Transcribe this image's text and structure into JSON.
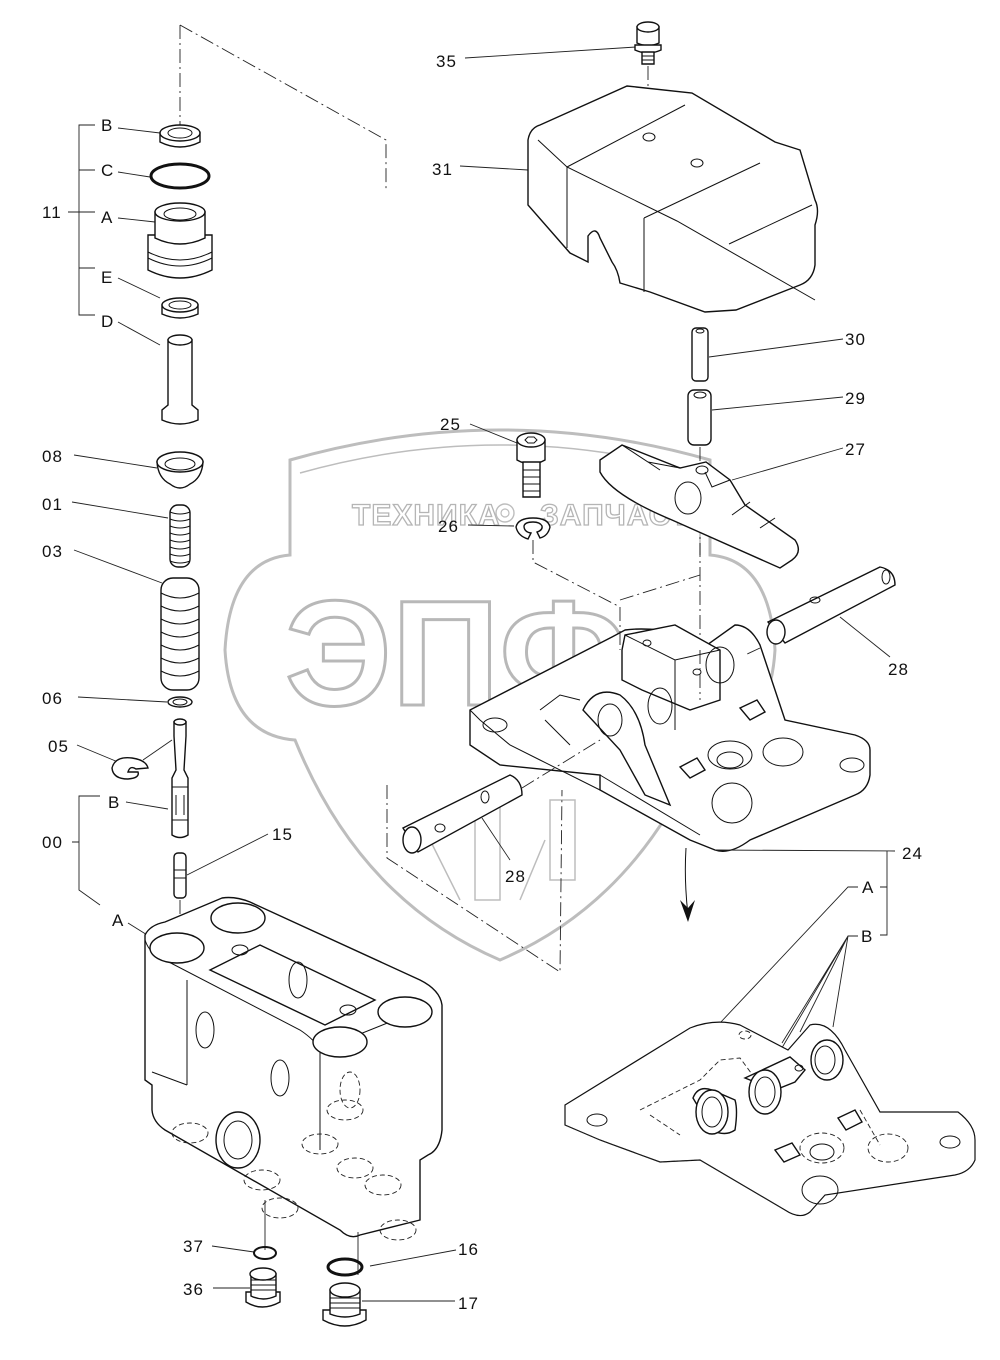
{
  "diagram": {
    "title": "Pilot valve exploded parts diagram",
    "watermark": {
      "left_word": "ТЕХНИКА",
      "right_word": "ЗАПЧАСТИ",
      "logo_letters": "ЭПФ",
      "color": "#bdbdbd"
    },
    "line_color": "#111111",
    "background": "#ffffff",
    "callouts": [
      {
        "id": "35",
        "part": "bolt"
      },
      {
        "id": "31",
        "part": "cover"
      },
      {
        "id": "30",
        "part": "pin"
      },
      {
        "id": "29",
        "part": "bushing"
      },
      {
        "id": "27",
        "part": "lever cam"
      },
      {
        "id": "25",
        "part": "socket head bolt"
      },
      {
        "id": "26",
        "part": "snap ring"
      },
      {
        "id": "28",
        "part": "pin (right)"
      },
      {
        "id": "28",
        "part": "pin (left)"
      },
      {
        "id": "24",
        "part": "plate assembly"
      },
      {
        "id": "11",
        "part": "plug assembly"
      },
      {
        "id": "08",
        "part": "seat"
      },
      {
        "id": "01",
        "part": "inner spring"
      },
      {
        "id": "03",
        "part": "outer spring"
      },
      {
        "id": "06",
        "part": "washer"
      },
      {
        "id": "05",
        "part": "retaining washer"
      },
      {
        "id": "00",
        "part": "body assembly"
      },
      {
        "id": "15",
        "part": "pin"
      },
      {
        "id": "37",
        "part": "o-ring"
      },
      {
        "id": "36",
        "part": "plug"
      },
      {
        "id": "16",
        "part": "o-ring"
      },
      {
        "id": "17",
        "part": "plug"
      }
    ],
    "group_11": {
      "label": "11",
      "subs": [
        "B",
        "C",
        "A",
        "E",
        "D"
      ]
    },
    "group_00": {
      "label": "00",
      "subs": [
        "B",
        "A"
      ]
    },
    "group_24": {
      "label": "24",
      "subs": [
        "A",
        "B"
      ]
    }
  }
}
